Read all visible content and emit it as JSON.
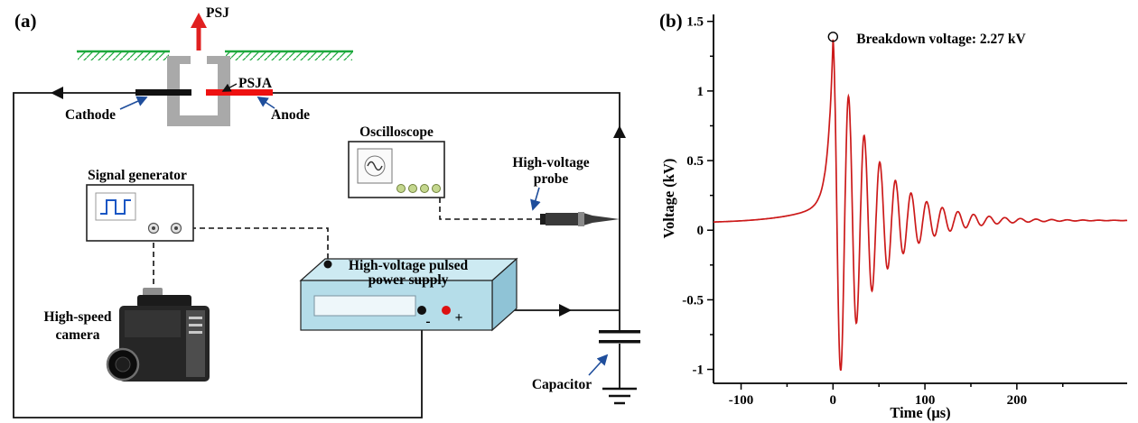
{
  "figure": {
    "panel_a_label": "(a)",
    "panel_b_label": "(b)"
  },
  "diagram": {
    "psj_label": "PSJ",
    "psja_label": "PSJA",
    "cathode_label": "Cathode",
    "anode_label": "Anode",
    "signal_generator_label": "Signal generator",
    "oscilloscope_label": "Oscilloscope",
    "hv_probe_label": {
      "line1": "High-voltage",
      "line2": "probe"
    },
    "power_supply_label": {
      "line1": "High-voltage pulsed",
      "line2": "power supply"
    },
    "camera_label": {
      "line1": "High-speed",
      "line2": "camera"
    },
    "capacitor_label": "Capacitor",
    "negative_terminal_label": "-",
    "positive_terminal_label": "+",
    "colors": {
      "jet_arrow": "#e02020",
      "anode_electrode": "#ee1111",
      "cathode_electrode": "#111111",
      "ground_surface": "#1ca83c",
      "actuator_body": "#a9a9a9",
      "pointer_arrow": "#1f4e9c",
      "power_supply_front": "#b5dde9",
      "square_wave": "#1a56c4"
    }
  },
  "chart_data": {
    "type": "line",
    "title": "",
    "xlabel": "Time (μs)",
    "ylabel": "Voltage (kV)",
    "xlim": [
      -130,
      320
    ],
    "ylim": [
      -1.1,
      1.55
    ],
    "xticks": [
      -100,
      0,
      100,
      200
    ],
    "xticks_minor": [
      -50,
      50,
      150,
      250
    ],
    "yticks": [
      1.5,
      1,
      0.5,
      0,
      -0.5,
      -1
    ],
    "yticks_minor": [
      1.25,
      0.75,
      0.25,
      -0.25,
      -0.75
    ],
    "grid": false,
    "legend": "none",
    "line_color": "#cc1a1a",
    "breakdown_voltage_kv": 2.27,
    "annotation": {
      "text": "Breakdown voltage: 2.27 kV",
      "marker": {
        "t": 0,
        "v": 1.37
      }
    },
    "waveform": {
      "description": "Slow charge rise from ~0.05 kV, sharp peak 1.37 kV at t=0 (breakdown), then damped ringing (period ~17 us) decaying toward ~0.07 kV",
      "baseline_kv": 0.05,
      "rise": {
        "a_slow": 0.16,
        "tau_slow": 45,
        "a_fast": 1.16,
        "tau_fast": 5.5
      },
      "ring": {
        "offset": 0.07,
        "amplitude": 1.3,
        "tau": 45,
        "period": 17
      },
      "peak": {
        "t": 0,
        "v": 1.37
      }
    }
  }
}
